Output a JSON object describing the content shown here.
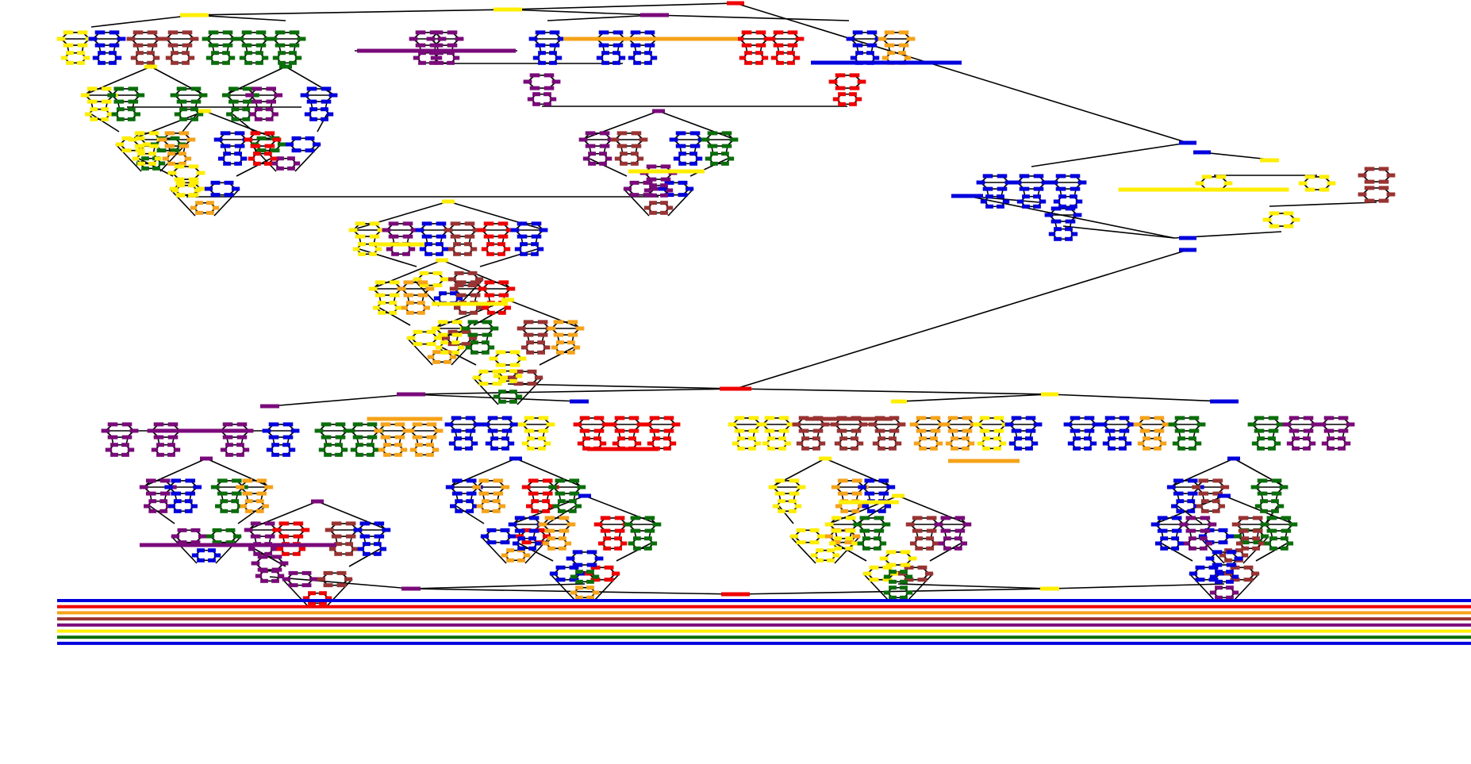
{
  "palette": {
    "blue": "#0000dd",
    "red": "#ee0000",
    "yellow": "#ffee00",
    "orange": "#f5a31a",
    "brown": "#993333",
    "purple": "#7a0a7a",
    "green": "#0a6e0a",
    "edge": "#000000"
  },
  "legend_stripes": [
    "blue",
    "red",
    "orange",
    "brown",
    "purple",
    "yellow",
    "green",
    "blue"
  ],
  "clusters": [
    {
      "name": "upper-left-cluster",
      "colors": [
        "yellow",
        "brown",
        "green",
        "purple",
        "blue",
        "orange",
        "red"
      ]
    },
    {
      "name": "right-cluster",
      "colors": [
        "blue",
        "yellow",
        "orange",
        "brown",
        "red"
      ]
    },
    {
      "name": "bottom-cluster",
      "colors": [
        "purple",
        "green",
        "orange",
        "blue",
        "red",
        "yellow",
        "brown"
      ]
    }
  ]
}
